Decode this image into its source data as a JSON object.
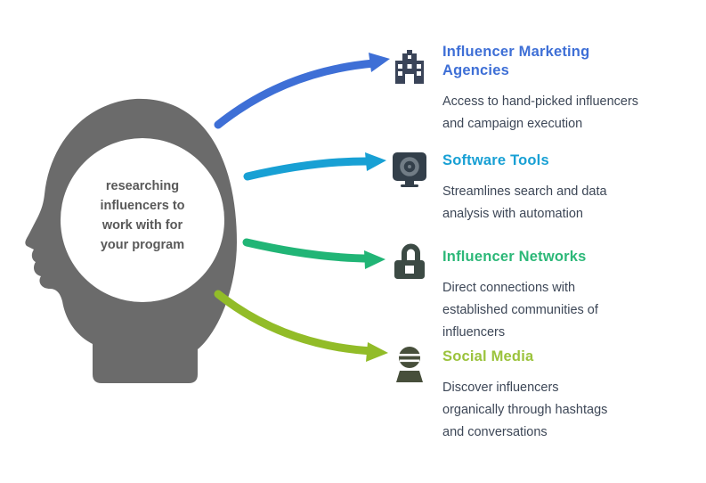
{
  "head": {
    "label_lines": [
      "researching",
      "influencers to",
      "work with for",
      "your program"
    ],
    "silhouette_color": "#6B6B6B"
  },
  "items": [
    {
      "id": "influencer-marketing-agencies",
      "title": "Influencer Marketing Agencies",
      "accent_color": "#3E6FD6",
      "arrow_color": "#3E6FD6",
      "icon": "building-icon",
      "description_lines": [
        "Access to hand-picked influencers",
        "and campaign execution",
        ""
      ]
    },
    {
      "id": "software-tools",
      "title": "Software Tools",
      "accent_color": "#18A0D4",
      "arrow_color": "#18A0D4",
      "icon": "monitor-gear-icon",
      "description_lines": [
        "Streamlines search and data",
        "analysis with automation",
        ""
      ]
    },
    {
      "id": "influencer-networks",
      "title": "Influencer Networks",
      "accent_color": "#2CB878",
      "arrow_color": "#21B576",
      "icon": "lock-network-icon",
      "description_lines": [
        "Direct connections with",
        "established communities of",
        "influencers"
      ]
    },
    {
      "id": "social-media",
      "title": "Social Media",
      "accent_color": "#9BC33C",
      "arrow_color": "#92BC28",
      "icon": "globe-icon",
      "description_lines": [
        "Discover influencers",
        "organically through hashtags",
        "and conversations"
      ]
    }
  ],
  "body_text_color": "#3D4757"
}
